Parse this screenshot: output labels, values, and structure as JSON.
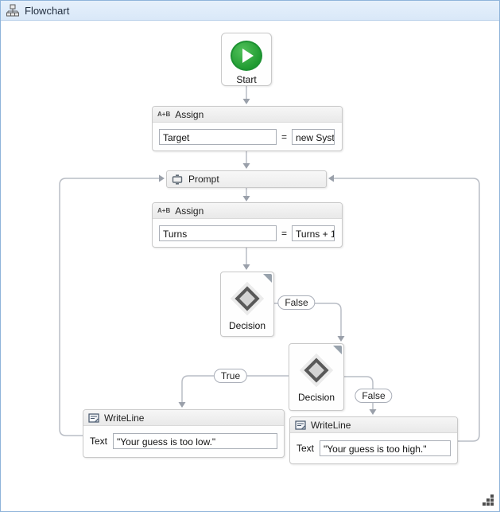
{
  "titlebar": {
    "title": "Flowchart"
  },
  "start": {
    "label": "Start"
  },
  "assign1": {
    "icon_text": "A+B",
    "title": "Assign",
    "to": "Target",
    "eq": "=",
    "value": "new System.Random"
  },
  "prompt": {
    "title": "Prompt"
  },
  "assign2": {
    "icon_text": "A+B",
    "title": "Assign",
    "to": "Turns",
    "eq": "=",
    "value": "Turns + 1"
  },
  "decision1": {
    "label": "Decision",
    "false_label": "False"
  },
  "decision2": {
    "label": "Decision",
    "true_label": "True",
    "false_label": "False"
  },
  "writeline1": {
    "title": "WriteLine",
    "field": "Text",
    "value": "\"Your guess is too low.\""
  },
  "writeline2": {
    "title": "WriteLine",
    "field": "Text",
    "value": "\"Your guess is too high.\""
  },
  "colors": {
    "accent_green": "#1f9a30",
    "wire": "#b9bdc5",
    "arrow": "#9aa0aa",
    "header_blue": "#dce9f8"
  }
}
